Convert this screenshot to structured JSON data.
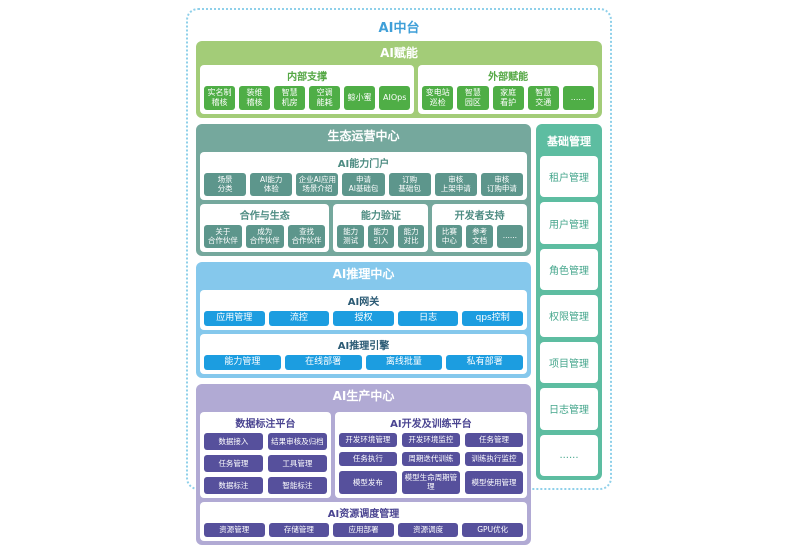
{
  "title": "AI中台",
  "colors": {
    "frame_border": "#8fd0ea",
    "title_text": "#3f9fd8",
    "empower_bg": "#a3cc78",
    "empower_box": "#4fae46",
    "eco_bg": "#75a89d",
    "eco_box": "#5d968c",
    "inference_bg": "#85c8ec",
    "inference_box": "#1c9de0",
    "production_bg": "#b1aad4",
    "production_box": "#56509c",
    "sidebar_bg": "#5dbda1"
  },
  "empower": {
    "title": "AI赋能",
    "internal": {
      "title": "内部支撑",
      "items": [
        "实名制\n稽核",
        "装维\n稽核",
        "智慧\n机房",
        "空调\n能耗",
        "鲸小蜜",
        "AIOps"
      ]
    },
    "external": {
      "title": "外部赋能",
      "items": [
        "变电站\n巡检",
        "智慧\n园区",
        "家庭\n看护",
        "智慧\n交通",
        "......"
      ]
    }
  },
  "eco": {
    "title": "生态运营中心",
    "portal": {
      "title": "AI能力门户",
      "items": [
        "场景\n分类",
        "AI能力\n体验",
        "企业AI应用\n场景介绍",
        "申请\nAI基础包",
        "订购\n基础包",
        "审核\n上架申请",
        "审核\n订购申请"
      ]
    },
    "groups": [
      {
        "title": "合作与生态",
        "items": [
          "关于\n合作伙伴",
          "成为\n合作伙伴",
          "查找\n合作伙伴"
        ]
      },
      {
        "title": "能力验证",
        "items": [
          "能力\n测试",
          "能力\n引入",
          "能力\n对比"
        ]
      },
      {
        "title": "开发者支持",
        "items": [
          "比赛\n中心",
          "参考\n文档",
          "......"
        ]
      }
    ]
  },
  "inference": {
    "title": "AI推理中心",
    "gateway": {
      "title": "AI网关",
      "items": [
        "应用管理",
        "流控",
        "授权",
        "日志",
        "qps控制"
      ]
    },
    "engine": {
      "title": "AI推理引擎",
      "items": [
        "能力管理",
        "在线部署",
        "离线批量",
        "私有部署"
      ]
    }
  },
  "production": {
    "title": "AI生产中心",
    "annotation": {
      "title": "数据标注平台",
      "items": [
        "数据接入",
        "结果审核及归档",
        "任务管理",
        "工具管理",
        "数据标注",
        "智能标注"
      ]
    },
    "devtrain": {
      "title": "AI开发及训练平台",
      "items": [
        "开发环境管理",
        "开发环境监控",
        "任务管理",
        "任务执行",
        "周期迭代训练",
        "训练执行监控",
        "模型发布",
        "模型生命周期管理",
        "模型使用管理"
      ]
    },
    "scheduling": {
      "title": "AI资源调度管理",
      "items": [
        "资源管理",
        "存储管理",
        "应用部署",
        "资源调度",
        "GPU优化"
      ]
    }
  },
  "base": {
    "title": "基础管理",
    "items": [
      "租户管理",
      "用户管理",
      "角色管理",
      "权限管理",
      "项目管理",
      "日志管理",
      "......"
    ]
  }
}
